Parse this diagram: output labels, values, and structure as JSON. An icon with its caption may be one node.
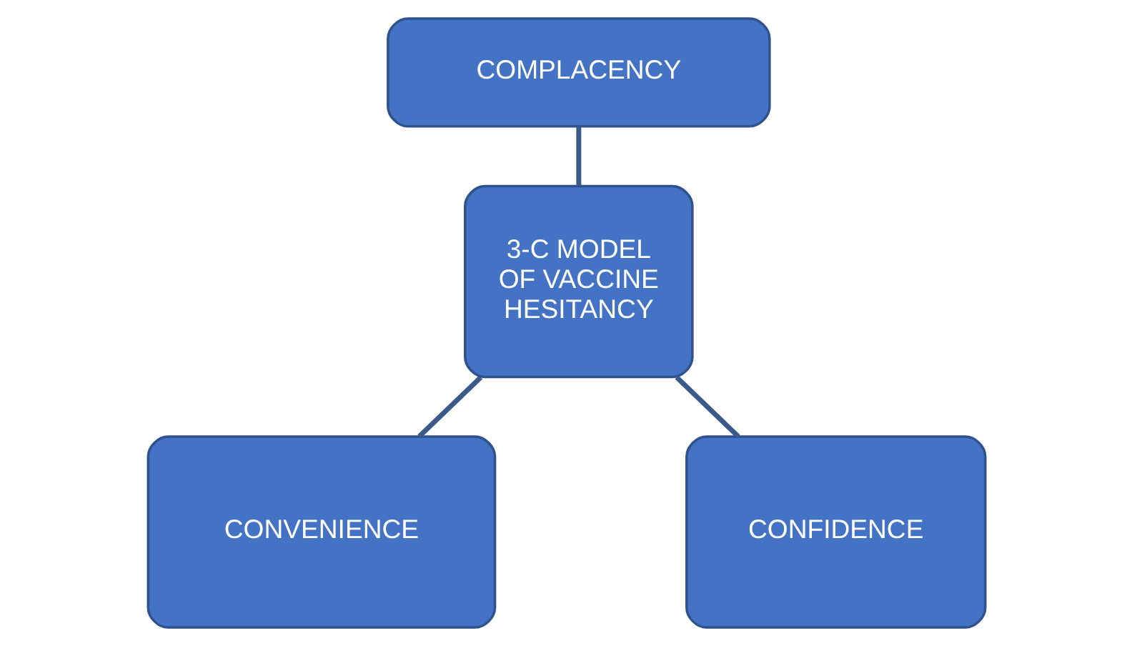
{
  "diagram": {
    "nodes": [
      {
        "text": [
          "COMPLACENCY"
        ]
      },
      {
        "text": [
          "3-C MODEL OF VACCINE HESITANCY"
        ]
      },
      {
        "text": [
          "CONVENIENCE"
        ]
      },
      {
        "text": [
          "CONFIDENCE"
        ]
      }
    ],
    "edges": [
      {
        "from": 0,
        "to": 1,
        "arrow": "none"
      },
      {
        "from": 1,
        "to": 2,
        "arrow": "none"
      },
      {
        "from": 1,
        "to": 3,
        "arrow": "none"
      }
    ]
  }
}
